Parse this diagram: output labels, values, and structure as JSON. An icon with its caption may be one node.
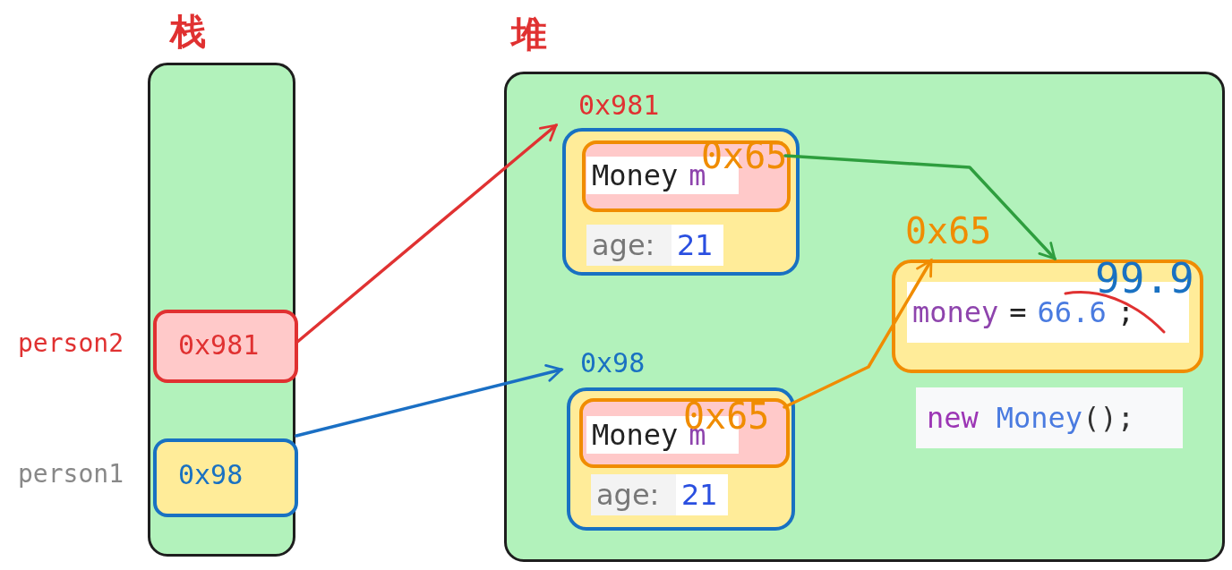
{
  "diagram": {
    "nodes": [
      {
        "text": [
          "栈"
        ]
      },
      {
        "text": [
          "0x981"
        ],
        "beside": [
          "person2"
        ],
        "in": 0
      },
      {
        "text": [
          "0x98"
        ],
        "beside": [
          "person1"
        ],
        "in": 0
      },
      {
        "text": [
          "堆"
        ]
      },
      {
        "text": [
          "0x981",
          "age:",
          "21"
        ],
        "in": 3
      },
      {
        "text": [
          "0x65",
          "Money",
          "m"
        ],
        "in": 4
      },
      {
        "text": [
          "0x98",
          "age:",
          "21"
        ],
        "in": 3
      },
      {
        "text": [
          "0x65",
          "Money",
          "m"
        ],
        "in": 6
      },
      {
        "text": [
          "0x65",
          "money",
          "=",
          "66.6",
          ";",
          "99.9"
        ],
        "in": 3
      }
    ],
    "edges": [
      {
        "from": 1,
        "to": 4,
        "arrow": "to",
        "color": "#e03232"
      },
      {
        "from": 2,
        "to": 6,
        "arrow": "to",
        "color": "#1a6fc4"
      },
      {
        "from": 5,
        "to": 8,
        "arrow": "to",
        "color": "#2e9e3e"
      },
      {
        "from": 7,
        "to": 8,
        "arrow": "to",
        "color": "#f08c00"
      }
    ],
    "labels": [
      "new",
      "Money",
      "();"
    ]
  }
}
